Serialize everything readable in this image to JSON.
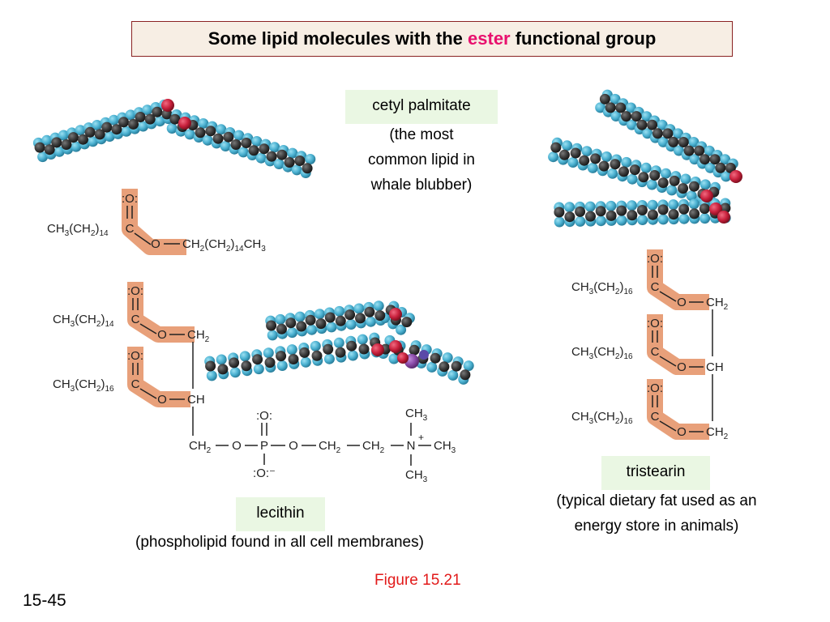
{
  "title": {
    "prefix": "Some lipid molecules with the ",
    "highlight": "ester",
    "suffix": " functional group"
  },
  "labels": {
    "cetyl": {
      "name": "cetyl palmitate",
      "caption": [
        "(the most",
        "common lipid in",
        "whale blubber)"
      ]
    },
    "tristearin": {
      "name": "tristearin",
      "caption": [
        "(typical dietary fat used as an",
        "energy store in animals)"
      ]
    },
    "lecithin": {
      "name": "lecithin",
      "caption": [
        "(phospholipid found in all cell membranes)"
      ]
    }
  },
  "formulas": {
    "cetyl": {
      "left": "CH3(CH2)14",
      "carbon": "C",
      "carbonyl_o": ":O:",
      "ester_o": "O",
      "right": "CH2(CH2)14CH3"
    },
    "lecithin": {
      "chain1": "CH3(CH2)14",
      "chain2": "CH3(CH2)16",
      "carbon": "C",
      "carbonyl_o": ":O:",
      "ester_o": "O",
      "glycerol": [
        "CH2",
        "CH",
        "CH2"
      ],
      "phosphate": [
        "P",
        ":O:",
        ":O:⁻",
        "O",
        "O"
      ],
      "choline": [
        "CH2",
        "CH2",
        "N",
        "+",
        "CH3",
        "CH3",
        "CH3"
      ]
    },
    "tristearin": {
      "chain": "CH3(CH2)16",
      "carbon": "C",
      "carbonyl_o": ":O:",
      "ester_o": "O",
      "glycerol": [
        "CH2",
        "CH",
        "CH2"
      ]
    }
  },
  "model_colors": {
    "carbon": "#3a3a3a",
    "hydrogen": "#4ab0d0",
    "oxygen": "#c8203c",
    "phosphorus": "#8a4aa8",
    "ester_highlight": "#e8a07a"
  },
  "figure_ref": "Figure 15.21",
  "slide_number": "15-45"
}
